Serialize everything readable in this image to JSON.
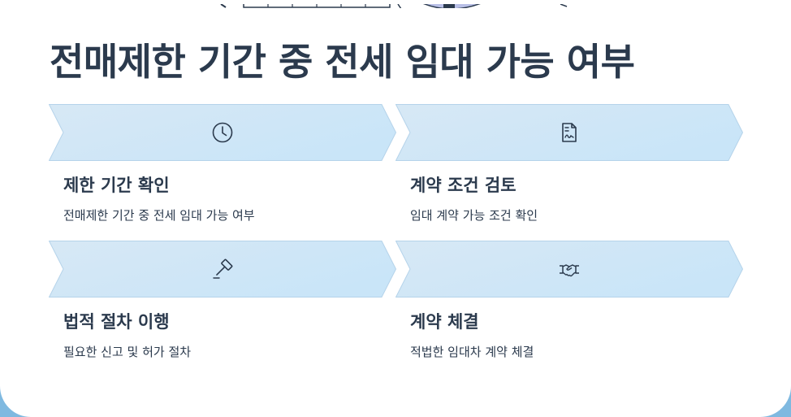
{
  "page": {
    "title": "전매제한 기간 중 전세 임대 가능 여부"
  },
  "steps": [
    {
      "icon": "clock-icon",
      "title": "제한 기간 확인",
      "description": "전매제한 기간 중 전세 임대 가능 여부"
    },
    {
      "icon": "document-signature-icon",
      "title": "계약 조건 검토",
      "description": "임대 계약 가능 조건 확인"
    },
    {
      "icon": "gavel-icon",
      "title": "법적 절차 이행",
      "description": "필요한 신고 및 허가 절차"
    },
    {
      "icon": "handshake-icon",
      "title": "계약 체결",
      "description": "적법한 임대차 계약 체결"
    }
  ],
  "colors": {
    "banner_fill_start": "#d7e8f5",
    "banner_fill_end": "#c9e5f8",
    "banner_stroke": "#b5d3ea",
    "text": "#2b3a4d",
    "background_edge": "#7fb9e0"
  }
}
